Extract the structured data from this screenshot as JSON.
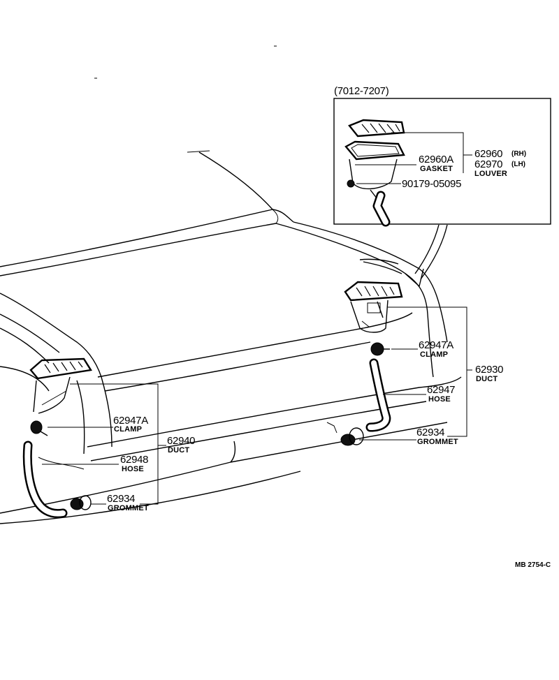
{
  "diagram": {
    "inset_label": "(7012-7207)",
    "drawing_code": "MB 2754-C",
    "parts": {
      "louver_rh": {
        "number": "62960",
        "side": "(RH)"
      },
      "louver_lh": {
        "number": "62970",
        "side": "(LH)",
        "name": "LOUVER"
      },
      "gasket": {
        "number": "62960A",
        "name": "GASKET"
      },
      "screw": {
        "number": "90179-05095"
      },
      "right_clamp": {
        "number": "62947A",
        "name": "CLAMP"
      },
      "right_duct": {
        "number": "62930",
        "name": "DUCT"
      },
      "right_hose": {
        "number": "62947",
        "name": "HOSE"
      },
      "right_grommet": {
        "number": "62934",
        "name": "GROMMET"
      },
      "left_clamp": {
        "number": "62947A",
        "name": "CLAMP"
      },
      "left_duct": {
        "number": "62940",
        "name": "DUCT"
      },
      "left_hose": {
        "number": "62948",
        "name": "HOSE"
      },
      "left_grommet": {
        "number": "62934",
        "name": "GROMMET"
      }
    }
  }
}
